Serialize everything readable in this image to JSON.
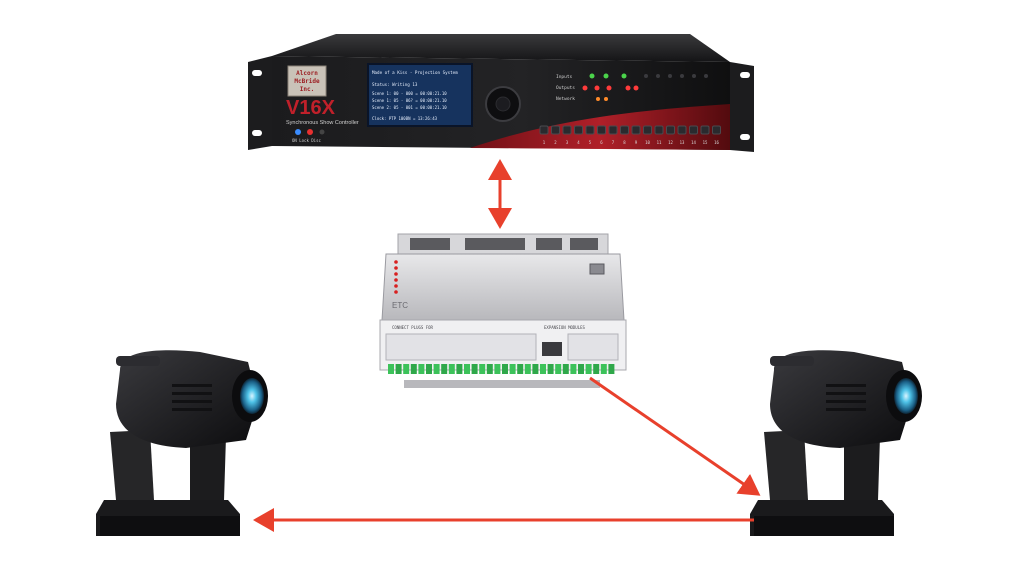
{
  "controller": {
    "brand_line1": "Alcorn",
    "brand_line2": "McBride",
    "brand_line3": "Inc.",
    "model": "V16X",
    "subtitle": "Synchronous Show Controller",
    "status_caption": "ON   Lock  Disc",
    "screen": {
      "line1": "Made of a Kiss - Projection System",
      "line2": "Status: Writing 13",
      "line3": "Scene 1: 00 - 000 = 00:00:21.10",
      "line4": "Scene 1: 05 - 06? = 00:00:21.10",
      "line5": "Scene 2: 05 - 001 = 00:00:21.10",
      "line6": "Clock: PTP 100BN = 13:26:43"
    },
    "indicator_labels": {
      "inputs": "Inputs",
      "outputs": "Outputs",
      "network": "Network"
    },
    "port_numbers": [
      "1",
      "2",
      "3",
      "4",
      "5",
      "6",
      "7",
      "8",
      "9",
      "10",
      "11",
      "12",
      "13",
      "14",
      "15",
      "16"
    ],
    "accent_color": "#c0202a"
  },
  "interface_box": {
    "brand": "ETC",
    "top_label": "CONNECT PLUGS FOR",
    "expansion_label": "EXPANSION MODULES"
  },
  "colors": {
    "arrow": "#e8402c",
    "device_dark": "#1c1c1e"
  }
}
